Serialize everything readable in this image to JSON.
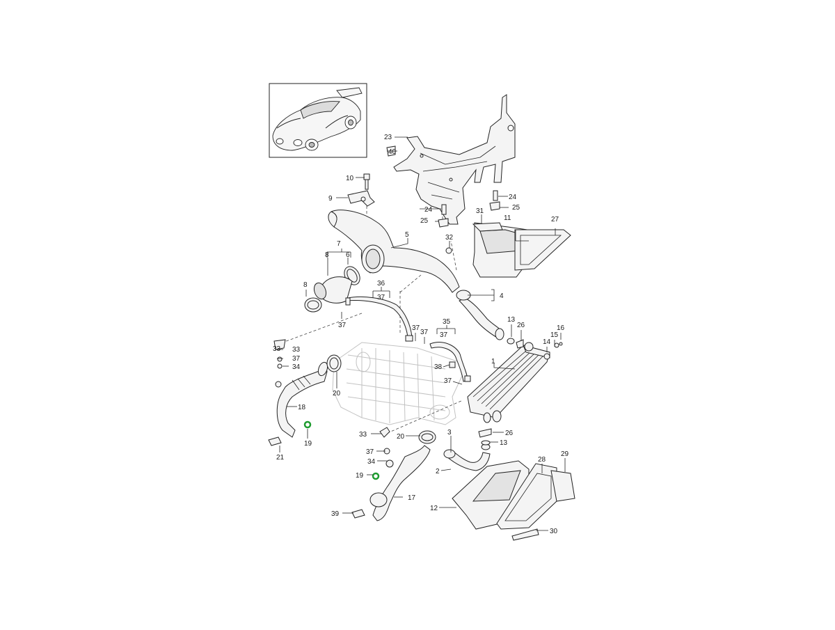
{
  "diagram": {
    "inset_label": "vehicle-thumbnail",
    "callouts": [
      "1",
      "2",
      "3",
      "4",
      "5",
      "6",
      "7",
      "8",
      "9",
      "10",
      "11",
      "12",
      "13",
      "14",
      "15",
      "16",
      "17",
      "18",
      "19",
      "20",
      "21",
      "23",
      "24",
      "25",
      "26",
      "27",
      "28",
      "29",
      "30",
      "31",
      "32",
      "33",
      "34",
      "35",
      "36",
      "37",
      "38",
      "39",
      "40"
    ],
    "colors": {
      "line": "#222222",
      "ghost": "#c2c2c2",
      "highlight": "#1e9b2f"
    }
  }
}
